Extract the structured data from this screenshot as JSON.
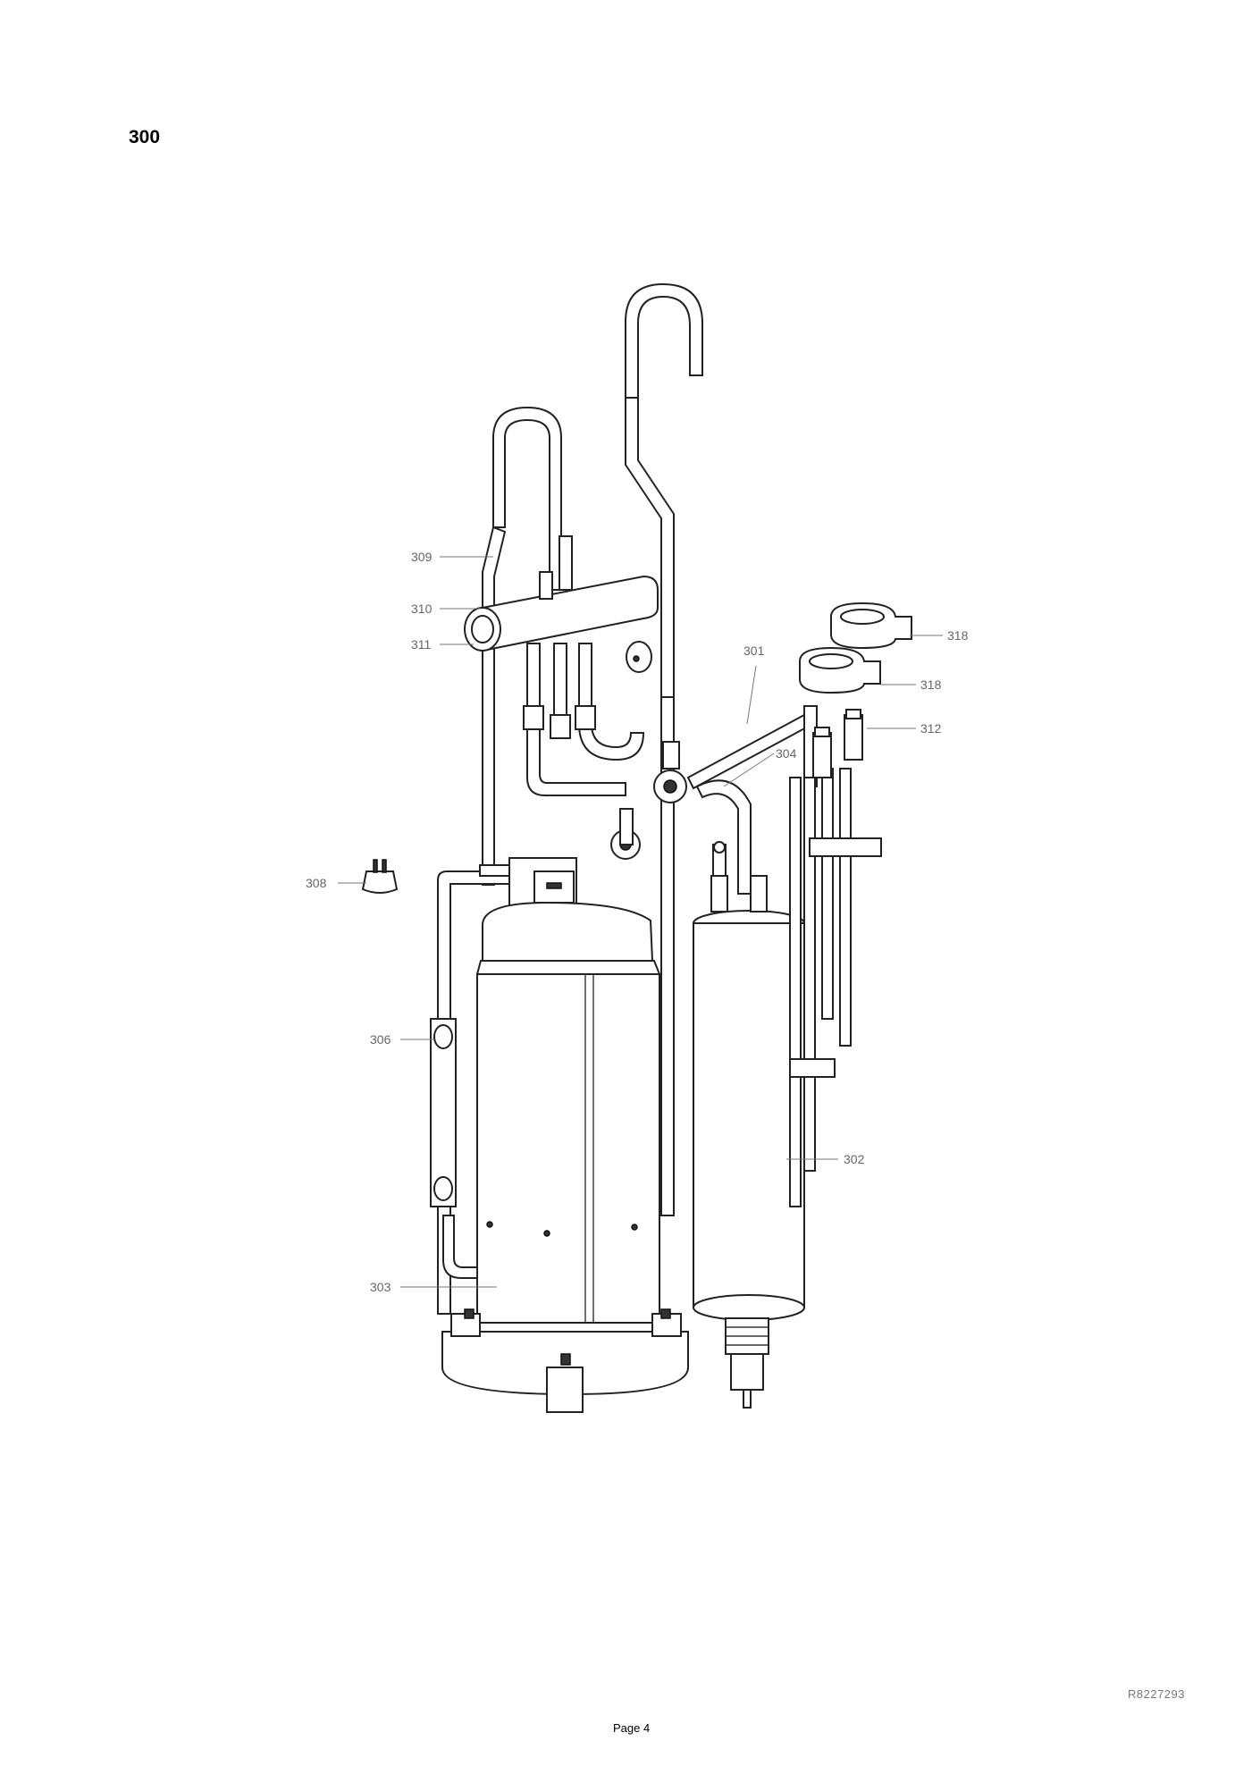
{
  "header": {
    "section": "300"
  },
  "footer": {
    "doc_ref": "R8227293",
    "page": "Page 4"
  },
  "callouts": {
    "c309": "309",
    "c310": "310",
    "c311": "311",
    "c301": "301",
    "c318a": "318",
    "c318b": "318",
    "c312": "312",
    "c304": "304",
    "c308": "308",
    "c306": "306",
    "c302": "302",
    "c303": "303"
  }
}
